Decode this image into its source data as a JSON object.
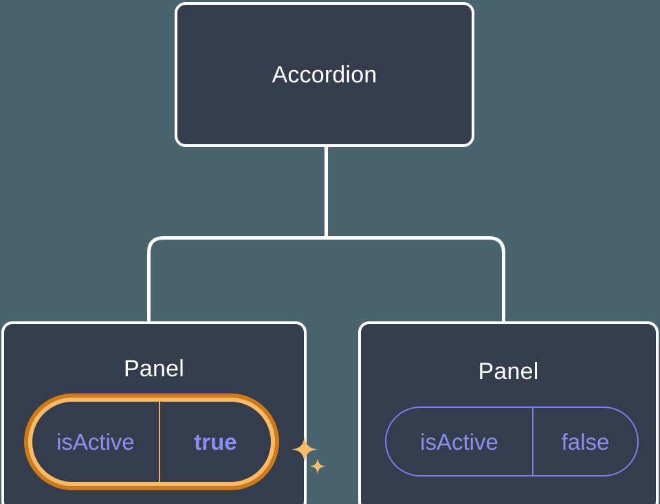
{
  "canvas": {
    "background_color": "#4a646e",
    "node_fill_color": "#353d4c",
    "node_border_color": "#ffffff",
    "connector_color": "#ffffff",
    "prop_accent_color": "#8a8ff4",
    "highlight_outer_color": "#cf7a19",
    "highlight_inner_color": "#f9bb68",
    "sparkle_color": "#f9bb68"
  },
  "tree": {
    "root": {
      "title": "Accordion"
    },
    "children": [
      {
        "title": "Panel",
        "highlighted": true,
        "prop": {
          "key": "isActive",
          "value": "true"
        },
        "sparkle_icons": [
          "sparkle-large-icon",
          "sparkle-small-icon"
        ]
      },
      {
        "title": "Panel",
        "highlighted": false,
        "prop": {
          "key": "isActive",
          "value": "false"
        }
      }
    ]
  }
}
